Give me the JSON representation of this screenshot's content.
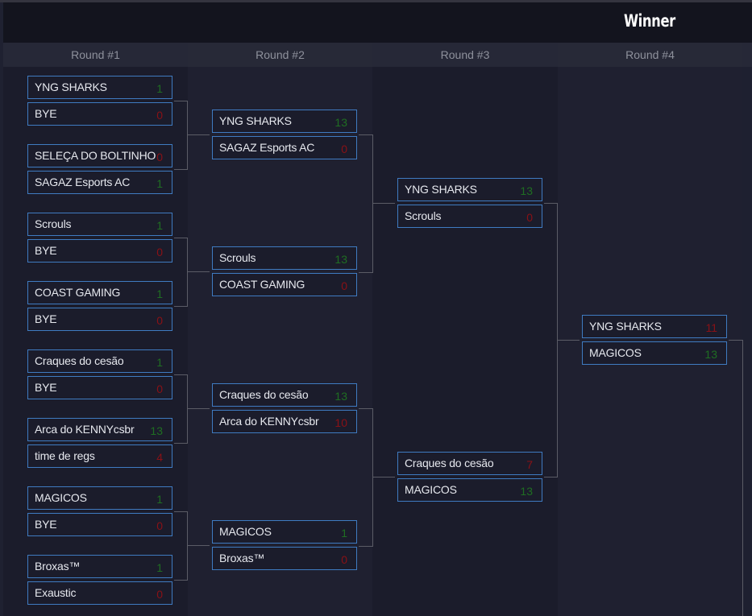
{
  "header": {
    "title": "Winner"
  },
  "rounds": [
    {
      "label": "Round #1"
    },
    {
      "label": "Round #2"
    },
    {
      "label": "Round #3"
    },
    {
      "label": "Round #4"
    }
  ],
  "round1": {
    "matches": [
      {
        "a": {
          "name": "YNG SHARKS",
          "score": "1"
        },
        "b": {
          "name": "BYE",
          "score": "0"
        }
      },
      {
        "a": {
          "name": "SELEÇA DO BOLTINHO",
          "score": "0"
        },
        "b": {
          "name": "SAGAZ Esports AC",
          "score": "1"
        }
      },
      {
        "a": {
          "name": "Scrouls",
          "score": "1"
        },
        "b": {
          "name": "BYE",
          "score": "0"
        }
      },
      {
        "a": {
          "name": "COAST GAMING",
          "score": "1"
        },
        "b": {
          "name": "BYE",
          "score": "0"
        }
      },
      {
        "a": {
          "name": "Craques do cesão",
          "score": "1"
        },
        "b": {
          "name": "BYE",
          "score": "0"
        }
      },
      {
        "a": {
          "name": "Arca do KENNYcsbr",
          "score": "13"
        },
        "b": {
          "name": "time de regs",
          "score": "4"
        }
      },
      {
        "a": {
          "name": "MAGICOS",
          "score": "1"
        },
        "b": {
          "name": "BYE",
          "score": "0"
        }
      },
      {
        "a": {
          "name": "Broxas™",
          "score": "1"
        },
        "b": {
          "name": "Exaustic",
          "score": "0"
        }
      }
    ]
  },
  "round2": {
    "matches": [
      {
        "a": {
          "name": "YNG SHARKS",
          "score": "13"
        },
        "b": {
          "name": "SAGAZ Esports AC",
          "score": "0"
        }
      },
      {
        "a": {
          "name": "Scrouls",
          "score": "13"
        },
        "b": {
          "name": "COAST GAMING",
          "score": "0"
        }
      },
      {
        "a": {
          "name": "Craques do cesão",
          "score": "13"
        },
        "b": {
          "name": "Arca do KENNYcsbr",
          "score": "10"
        }
      },
      {
        "a": {
          "name": "MAGICOS",
          "score": "1"
        },
        "b": {
          "name": "Broxas™",
          "score": "0"
        }
      }
    ]
  },
  "round3": {
    "matches": [
      {
        "a": {
          "name": "YNG SHARKS",
          "score": "13"
        },
        "b": {
          "name": "Scrouls",
          "score": "0"
        }
      },
      {
        "a": {
          "name": "Craques do cesão",
          "score": "7"
        },
        "b": {
          "name": "MAGICOS",
          "score": "13"
        }
      }
    ]
  },
  "round4": {
    "matches": [
      {
        "a": {
          "name": "YNG SHARKS",
          "score": "11"
        },
        "b": {
          "name": "MAGICOS",
          "score": "13"
        }
      }
    ]
  },
  "colors": {
    "win_score": "#1f6e22",
    "lose_score": "#8a1116",
    "box_border": "#3f7bc1",
    "connector": "#5b5c66"
  }
}
